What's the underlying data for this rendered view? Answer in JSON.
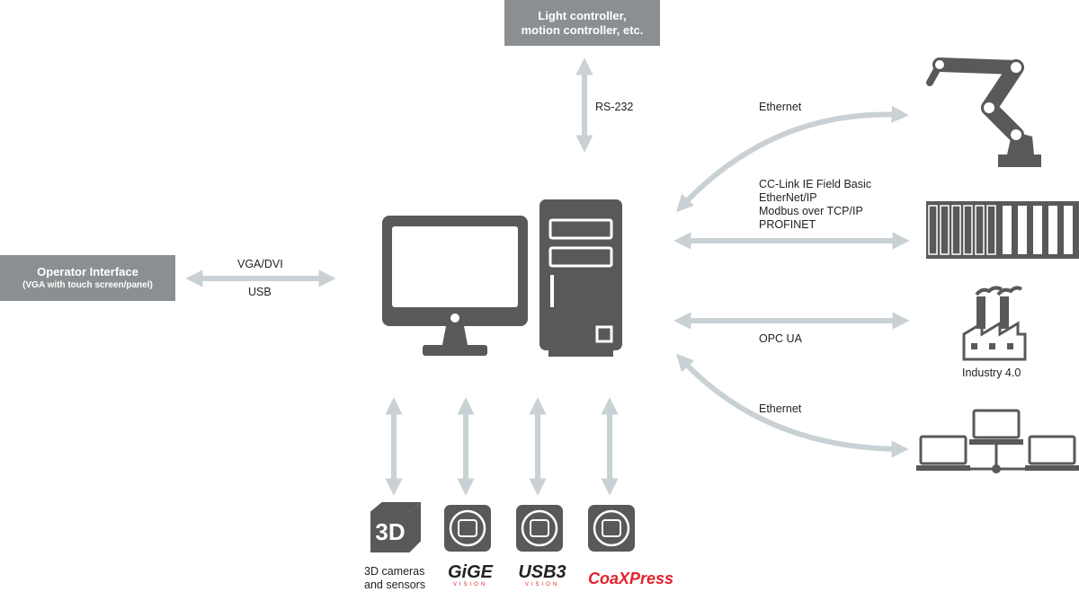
{
  "top_box": {
    "line1": "Light controller,",
    "line2": "motion controller, etc."
  },
  "left_box": {
    "line1": "Operator Interface",
    "line2": "(VGA with touch screen/panel)"
  },
  "links": {
    "rs232": "RS-232",
    "vga": "VGA/DVI",
    "usb": "USB",
    "ethernet_top": "Ethernet",
    "fieldbus": [
      "CC-Link IE Field Basic",
      "EtherNet/IP",
      "Modbus over TCP/IP",
      "PROFINET"
    ],
    "opcua": "OPC UA",
    "ethernet_bottom": "Ethernet"
  },
  "devices": {
    "industry": "Industry 4.0"
  },
  "cameras": {
    "three_d_line1": "3D cameras",
    "three_d_line2": "and sensors",
    "three_d_icon": "3D",
    "gige": {
      "main": "GiGE",
      "sub": "VISION"
    },
    "usb3": {
      "main": "USB3",
      "sub": "VISION"
    },
    "coaxpress": "CoaXPress"
  },
  "colors": {
    "box": "#8c8f91",
    "arrow": "#c9d1d5",
    "device": "#58595b",
    "logo_red": "#e4222c"
  },
  "icons": [
    "monitor-icon",
    "pc-tower-icon",
    "robot-arm-icon",
    "plc-rack-icon",
    "factory-icon",
    "network-icon",
    "camera-icon",
    "3d-cube-icon"
  ]
}
